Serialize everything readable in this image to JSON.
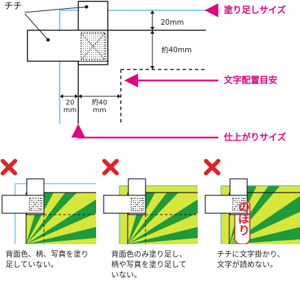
{
  "diagram": {
    "chichi_label": "チチ",
    "bleed_size_label": "塗り足しサイズ",
    "text_guide_label": "文字配置目安",
    "finish_size_label": "仕上がりサイズ",
    "dim_top": "20mm",
    "dim_side": "約40mm",
    "dim_bottom_left": [
      "20",
      "mm"
    ],
    "dim_bottom_right": [
      "約40",
      "mm"
    ]
  },
  "examples": [
    {
      "caption_lines": [
        "背面色、柄、写真を塗り",
        "足していない。"
      ]
    },
    {
      "caption_lines": [
        "背面色のみ塗り足し、",
        "柄や写真を塗り足して",
        "いない。"
      ]
    },
    {
      "caption_lines": [
        "チチに文字掛かり、",
        "文字が読めない。"
      ]
    }
  ],
  "example_overlay_text": "のぼり",
  "colors": {
    "accent_pink": "#e4007f",
    "bleed_blue": "#5bbbe6",
    "banner_yellow": "#d7e63a",
    "banner_green": "#1f9a3c",
    "error_red": "#d9242a"
  }
}
